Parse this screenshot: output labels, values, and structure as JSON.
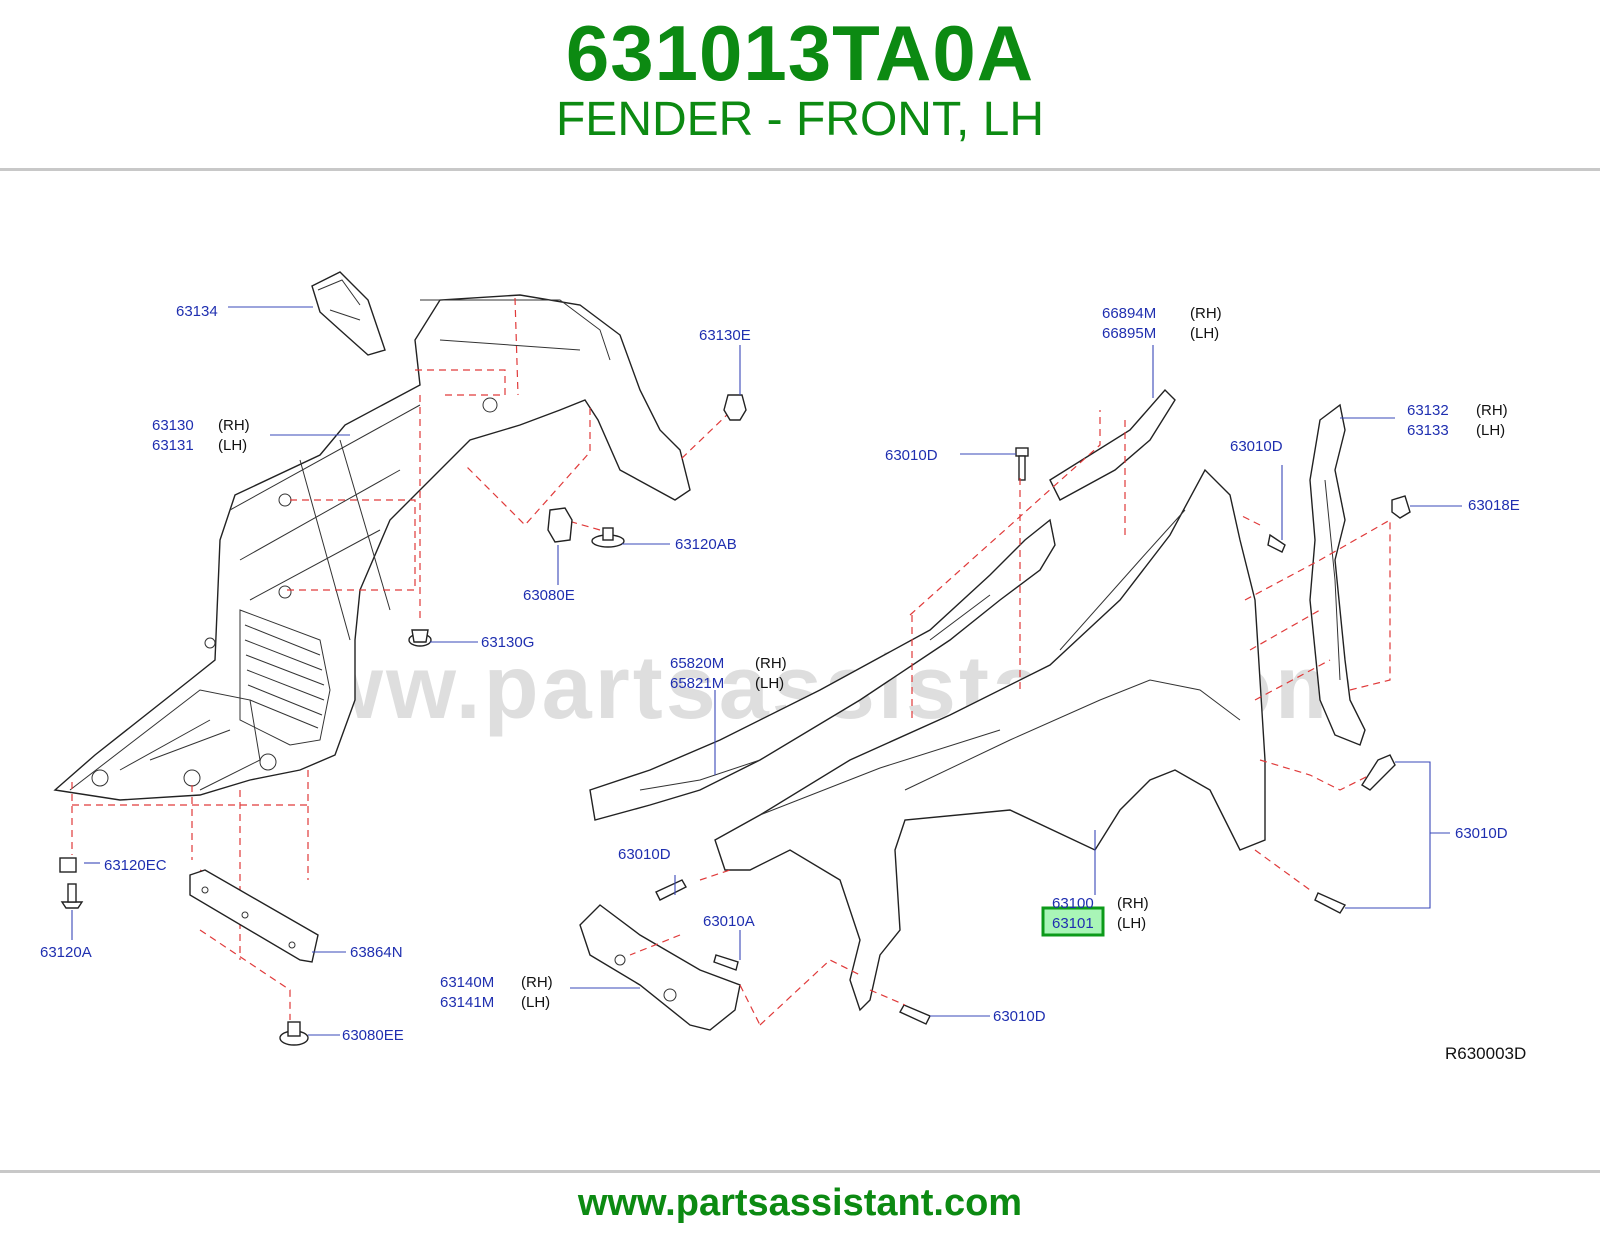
{
  "header": {
    "part_number": "631013TA0A",
    "part_name": "FENDER - FRONT, LH"
  },
  "footer": {
    "url": "www.partsassistant.com"
  },
  "diagram": {
    "reference": "R630003D",
    "watermark": "www.partsassistant.com",
    "highlighted_part": "63101",
    "colors": {
      "title": "#0c8a12",
      "callout": "#1f2fb0",
      "dashed_line": "#e03a3a",
      "highlight": "#a9f5b7"
    },
    "callouts": {
      "p63134": "63134",
      "p63130": "63130",
      "p63131": "63131",
      "p63130E": "63130E",
      "p63120AB": "63120AB",
      "p63080E": "63080E",
      "p63130G": "63130G",
      "p63120EC": "63120EC",
      "p63120A": "63120A",
      "p63864N": "63864N",
      "p63080EE": "63080EE",
      "p66894M": "66894M",
      "p66895M": "66895M",
      "p63010D_top": "63010D",
      "p63010D_mid": "63010D",
      "p63132": "63132",
      "p63133": "63133",
      "p63018E": "63018E",
      "p65820M": "65820M",
      "p65821M": "65821M",
      "p63010D_left": "63010D",
      "p63010A": "63010A",
      "p63140M": "63140M",
      "p63141M": "63141M",
      "p63100": "63100",
      "p63101": "63101",
      "p63010D_right": "63010D",
      "p63010D_bottom": "63010D"
    },
    "side_labels": {
      "rh": "(RH)",
      "lh": "(LH)"
    }
  }
}
